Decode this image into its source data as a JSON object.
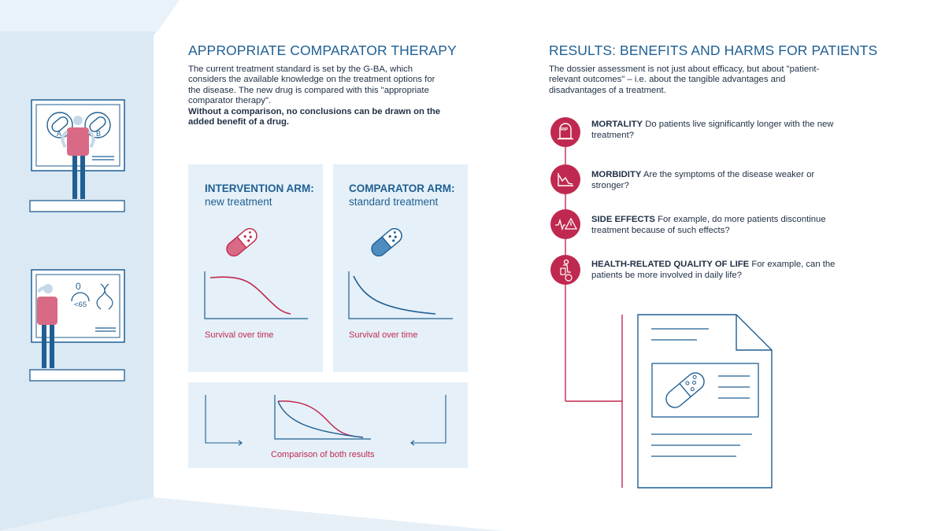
{
  "left": {
    "heading": "APPROPRIATE COMPARATOR THERAPY",
    "paragraph": "The current treatment standard is set by the G-BA, which considers the available knowledge on the treatment options for the disease. The new drug is compared with this \"appropriate comparator therapy\".",
    "bold_paragraph": "Without a comparison, no conclusions can be drawn on the added benefit of a drug."
  },
  "intervention": {
    "title": "INTERVENTION ARM:",
    "subtitle": "new treatment",
    "caption": "Survival over time"
  },
  "comparator": {
    "title": "COMPARATOR ARM:",
    "subtitle": "standard treatment",
    "caption": "Survival over time"
  },
  "comparison": {
    "caption": "Comparison of both results"
  },
  "screens": {
    "top": {
      "pill_a": "A",
      "pill_b": "B"
    },
    "bottom": {
      "zero": "0",
      "age": "<65"
    }
  },
  "results": {
    "heading": "RESULTS: BENEFITS AND HARMS FOR PATIENTS",
    "paragraph": "The dossier assessment is not just about efficacy, but about \"patient-relevant outcomes\" – i.e. about the tangible advantages and disadvantages of a treatment.",
    "items": [
      {
        "title": "MORTALITY",
        "text": "Do patients live significantly longer with the new treatment?",
        "icon": "gravestone-icon",
        "icon_label": "RIP"
      },
      {
        "title": "MORBIDITY",
        "text": "Are the symptoms of the disease weaker or stronger?",
        "icon": "declining-chart-icon"
      },
      {
        "title": "SIDE EFFECTS",
        "text": "For example, do more patients discontinue treatment because of such effects?",
        "icon": "warning-pulse-icon"
      },
      {
        "title": "HEALTH-RELATED QUALITY OF LIFE",
        "text": "For example, can the patients be more involved in daily life?",
        "icon": "person-chair-icon"
      }
    ]
  },
  "colors": {
    "blue": "#1f5f93",
    "red": "#c0294f",
    "panel": "#e5f0f8",
    "skin": "#c5d8e8"
  }
}
